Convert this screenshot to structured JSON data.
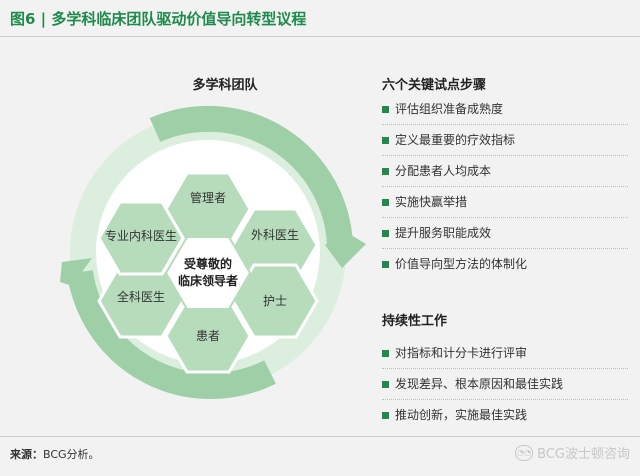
{
  "figure": {
    "label": "图6",
    "title": "多学科临床团队驱动价值导向转型议程",
    "full_title": "图6 | 多学科临床团队驱动价值导向转型议程"
  },
  "diagram": {
    "title": "多学科团队",
    "center": {
      "line1": "受尊敬的",
      "line2": "临床领导者"
    },
    "hexagons": [
      {
        "id": "top",
        "label": "管理者"
      },
      {
        "id": "upper-right",
        "label": "外科医生"
      },
      {
        "id": "lower-right",
        "label": "护士"
      },
      {
        "id": "bottom",
        "label": "患者"
      },
      {
        "id": "lower-left",
        "label": "全科医生"
      },
      {
        "id": "upper-left",
        "label": "专业内科医生"
      }
    ],
    "colors": {
      "hex_fill": "#b7dcbc",
      "center_fill": "#ffffff",
      "ring_light": "#d4ead6",
      "ring_dark": "#8fc79a",
      "outline": "#ffffff"
    }
  },
  "pilot_steps": {
    "heading": "六个关键试点步骤",
    "items": [
      "评估组织准备成熟度",
      "定义最重要的疗效指标",
      "分配患者人均成本",
      "实施快赢举措",
      "提升服务职能成效",
      "价值导向型方法的体制化"
    ]
  },
  "sustainability": {
    "heading": "持续性工作",
    "items": [
      "对指标和计分卡进行评审",
      "发现差异、根本原因和最佳实践",
      "推动创新，实施最佳实践"
    ]
  },
  "footer": {
    "source_label": "来源：",
    "source_text": "BCG分析。",
    "watermark": "BCG波士顿咨询"
  },
  "accent_color": "#1f8a4c"
}
